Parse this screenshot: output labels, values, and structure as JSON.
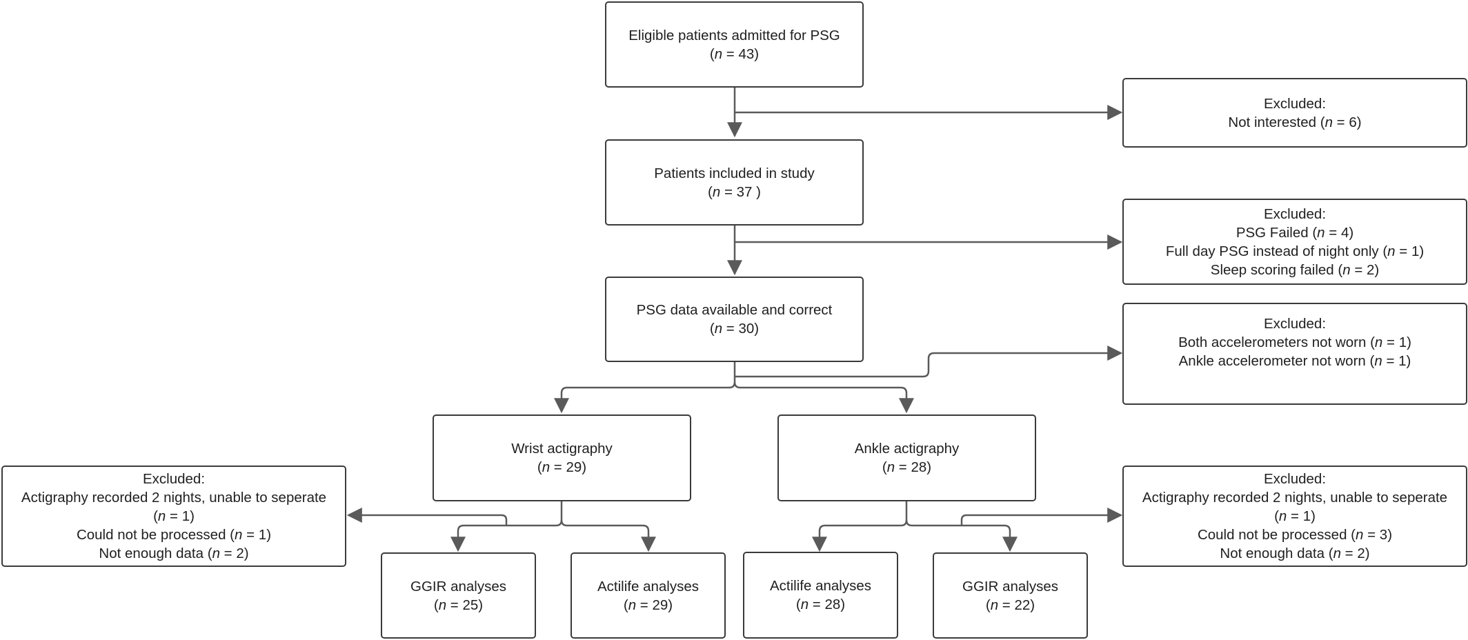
{
  "nodes": {
    "eligible": {
      "title": "Eligible patients admitted for PSG",
      "n": "43",
      "close": ")"
    },
    "included": {
      "title": "Patients included in study",
      "n": "37",
      "close": " )"
    },
    "psg_data": {
      "title": "PSG data available and correct",
      "n": "30",
      "close": ")"
    },
    "wrist": {
      "title": "Wrist actigraphy",
      "n": "29",
      "close": ")"
    },
    "ankle": {
      "title": "Ankle actigraphy",
      "n": "28",
      "close": ")"
    },
    "ggir_wrist": {
      "title": "GGIR analyses",
      "n": "25",
      "close": ")"
    },
    "actilife_wrist": {
      "title": "Actilife analyses",
      "n": "29",
      "close": ")"
    },
    "actilife_ankle": {
      "title": "Actilife analyses",
      "n": "28",
      "close": ")"
    },
    "ggir_ankle": {
      "title": "GGIR analyses",
      "n": "22",
      "close": ")"
    }
  },
  "exclusions": {
    "ex1": {
      "header": "Excluded:",
      "reasons": [
        {
          "text": "Not interested",
          "n": "6"
        }
      ]
    },
    "ex2": {
      "header": "Excluded:",
      "reasons": [
        {
          "text": "PSG Failed",
          "n": "4"
        },
        {
          "text": "Full day PSG instead of night only",
          "n": "1"
        },
        {
          "text": "Sleep scoring failed",
          "n": "2"
        }
      ]
    },
    "ex3": {
      "header": "Excluded:",
      "reasons": [
        {
          "text": "Both accelerometers not worn",
          "n": "1"
        },
        {
          "text": "Ankle accelerometer not worn",
          "n": "1"
        }
      ]
    },
    "ex_wrist": {
      "header": "Excluded:",
      "line1": "Actigraphy recorded 2 nights, unable to seperate",
      "line1_n": "1",
      "reasons": [
        {
          "text": "Could not be processed",
          "n": "1"
        },
        {
          "text": "Not enough data",
          "n": "2"
        }
      ]
    },
    "ex_ankle": {
      "header": "Excluded:",
      "line1": "Actigraphy recorded 2 nights, unable to seperate",
      "line1_n": "1",
      "reasons": [
        {
          "text": "Could not be processed",
          "n": "3"
        },
        {
          "text": "Not enough data",
          "n": "2"
        }
      ]
    }
  },
  "labels": {
    "n_symbol": "n",
    "equals": " = "
  }
}
